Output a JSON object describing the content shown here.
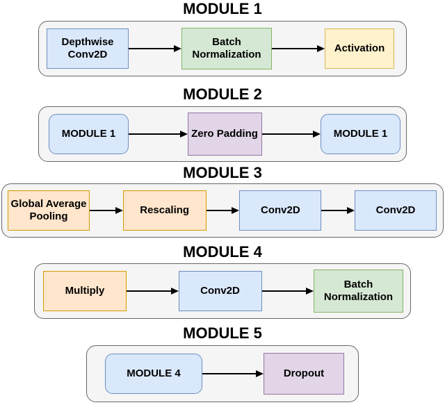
{
  "diagram": {
    "modules": [
      {
        "title": "MODULE 1",
        "boxes": [
          {
            "label": "Depthwise Conv2D",
            "color": "blue",
            "shape": "rect"
          },
          {
            "label": "Batch Normalization",
            "color": "green",
            "shape": "rect"
          },
          {
            "label": "Activation",
            "color": "yellow",
            "shape": "rect"
          }
        ]
      },
      {
        "title": "MODULE 2",
        "boxes": [
          {
            "label": "MODULE 1",
            "color": "blue",
            "shape": "rounded"
          },
          {
            "label": "Zero Padding",
            "color": "purple",
            "shape": "rect"
          },
          {
            "label": "MODULE 1",
            "color": "blue",
            "shape": "rounded"
          }
        ]
      },
      {
        "title": "MODULE 3",
        "boxes": [
          {
            "label": "Global Average Pooling",
            "color": "orange",
            "shape": "rect"
          },
          {
            "label": "Rescaling",
            "color": "orange",
            "shape": "rect"
          },
          {
            "label": "Conv2D",
            "color": "blue",
            "shape": "rect"
          },
          {
            "label": "Conv2D",
            "color": "blue",
            "shape": "rect"
          }
        ]
      },
      {
        "title": "MODULE 4",
        "boxes": [
          {
            "label": "Multiply",
            "color": "orange",
            "shape": "rect"
          },
          {
            "label": "Conv2D",
            "color": "blue",
            "shape": "rect"
          },
          {
            "label": "Batch Normalization",
            "color": "green",
            "shape": "rect"
          }
        ]
      },
      {
        "title": "MODULE 5",
        "boxes": [
          {
            "label": "MODULE 4",
            "color": "blue",
            "shape": "rounded"
          },
          {
            "label": "Dropout",
            "color": "purple",
            "shape": "rect"
          }
        ]
      }
    ],
    "palette": {
      "blue_fill": "#dae8fc",
      "blue_stroke": "#6c8ebf",
      "green_fill": "#d5e8d4",
      "green_stroke": "#82b366",
      "yellow_fill": "#fff2cc",
      "yellow_stroke": "#d6b656",
      "orange_fill": "#ffe6cc",
      "orange_stroke": "#d79b00",
      "purple_fill": "#e1d5e7",
      "purple_stroke": "#9673a6",
      "container_fill": "#f5f5f5",
      "container_stroke": "#666666",
      "arrow_color": "#000000",
      "title_color": "#000000"
    }
  }
}
